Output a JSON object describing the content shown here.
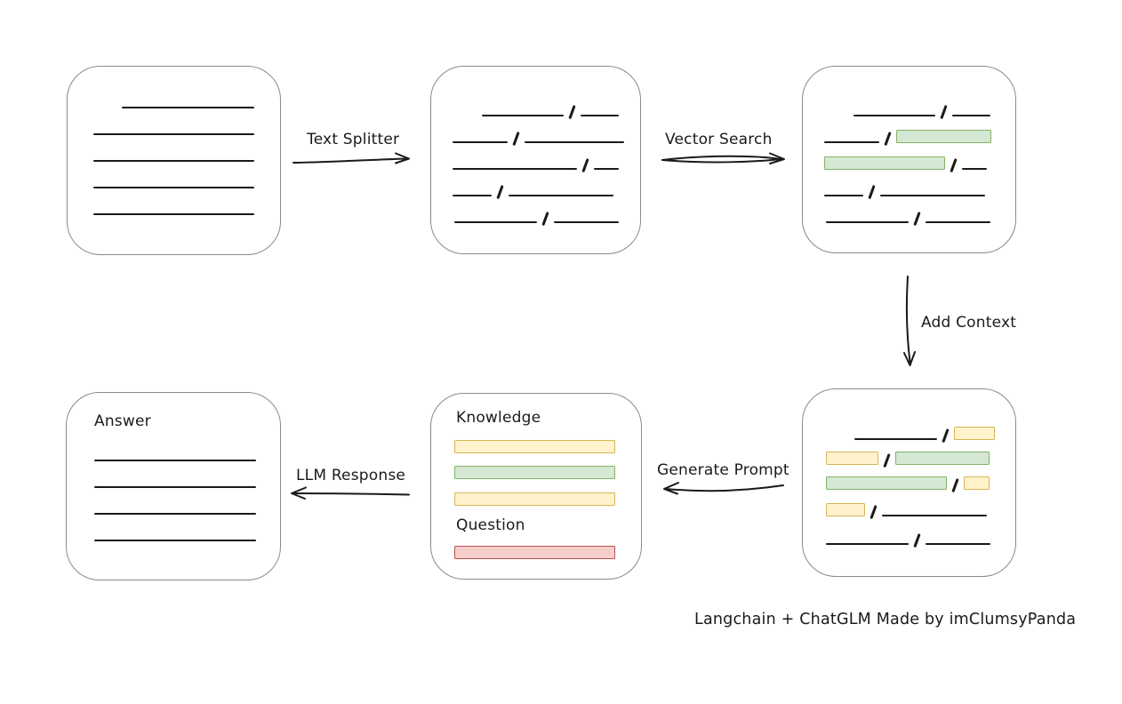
{
  "caption": "Langchain + ChatGLM Made by imClumsyPanda",
  "arrows": {
    "text_splitter": "Text Splitter",
    "vector_search": "Vector Search",
    "add_context": "Add Context",
    "generate_prompt": "Generate Prompt",
    "llm_response": "LLM Response"
  },
  "boxes": {
    "document": {
      "line_count": 5
    },
    "split_chunks": {
      "rows": [
        [
          "line",
          "line"
        ],
        [
          "line",
          "line"
        ],
        [
          "line",
          "line"
        ],
        [
          "line",
          "line"
        ],
        [
          "line",
          "line"
        ]
      ]
    },
    "vector_matched": {
      "rows": [
        [
          "line",
          "line"
        ],
        [
          "line",
          "green"
        ],
        [
          "green",
          "line"
        ],
        [
          "line",
          "line"
        ],
        [
          "line",
          "line"
        ]
      ]
    },
    "with_context": {
      "rows": [
        [
          "line",
          "yellow"
        ],
        [
          "yellow",
          "green"
        ],
        [
          "green",
          "yellow"
        ],
        [
          "yellow",
          "line"
        ],
        [
          "line",
          "line"
        ]
      ]
    },
    "prompt": {
      "knowledge_label": "Knowledge",
      "question_label": "Question",
      "bars": [
        "yellow",
        "green",
        "yellow",
        "red"
      ]
    },
    "answer": {
      "label": "Answer",
      "line_count": 4
    }
  },
  "colors": {
    "green_fill": "#d5e8d4",
    "green_stroke": "#82b366",
    "yellow_fill": "#fff2cc",
    "yellow_stroke": "#d6b656",
    "red_fill": "#f8cecc",
    "red_stroke": "#b85450",
    "box_stroke": "#8a8a8a",
    "ink": "#1a1a1a"
  }
}
